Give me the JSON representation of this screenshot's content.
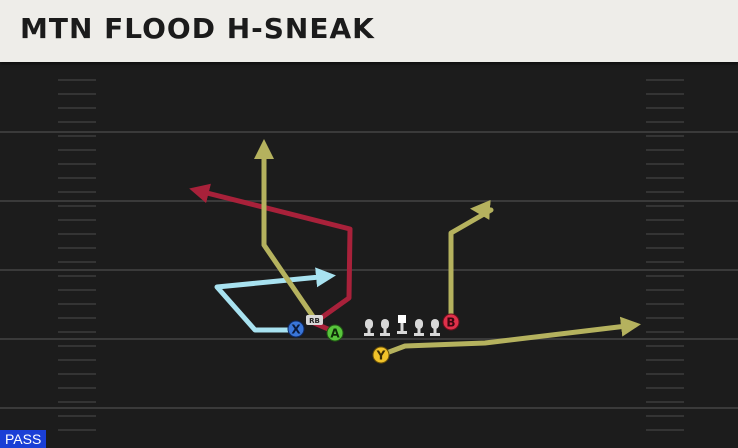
{
  "play": {
    "title": "MTN FLOOD H-SNEAK",
    "type": "PASS"
  },
  "players": {
    "x": "X",
    "a": "A",
    "b": "B",
    "y": "Y",
    "rb": "RB"
  },
  "colors": {
    "field": "#1c1c1c",
    "yard_lines": "#3a3a3a",
    "hash_marks": "#343434",
    "route_x": "#a8e2f0",
    "route_rb": "#b5b25e",
    "route_a": "#a8213a",
    "route_b": "#b5b25e",
    "route_y": "#b5b25e",
    "player_x": "#3a76d8",
    "player_a": "#58c43c",
    "player_b": "#e0304a",
    "player_y": "#f0c22a",
    "badge": "#1a3fd6"
  }
}
